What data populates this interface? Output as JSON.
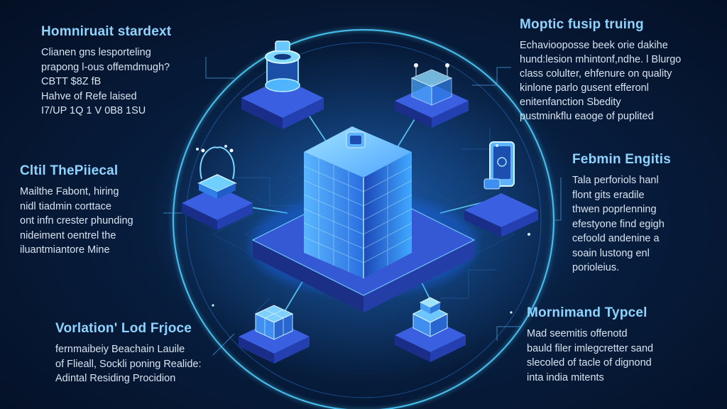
{
  "panels": {
    "top_left": {
      "title": "Homniruait stardext",
      "lines": [
        "Clianen gns lesporteling",
        "prapong l-ous offemdmugh?",
        "CBTT $8Z fB",
        "Hahve of Refe laised",
        "I7/UP 1Q 1 V 0B8 1SU"
      ]
    },
    "middle_left": {
      "title": "Cltil ThePiiecal",
      "lines": [
        "Mailthe Fabont, hiring",
        "nidl tiadmin corttace",
        "ont infn crester phunding",
        "nideiment oentrel the",
        "iluantmiantore Mine"
      ]
    },
    "bottom_left": {
      "title": "Vorlation' Lod Frjoce",
      "lines": [
        "fernmaibeiy Beachain Lauile",
        "of Flieall, Sockli poning Realide:",
        "Adintal Residing Procidion"
      ]
    },
    "top_right": {
      "title": "Moptic fusip truing",
      "lines": [
        "Echaviooposse beek orie dakihe",
        "hund:lesion mhintonf,ndhe. l Blurgo",
        "class colulter, ehfenure on quality",
        "kinlone parlo gusent  efferonl",
        "enitenfanction Sbedity",
        "pustminkflu eaoge of puplited"
      ]
    },
    "middle_right": {
      "title": "Febmin Engitis",
      "lines": [
        "Tala perforiols hanl",
        "flont gits eradile",
        "thwen poprlenning",
        "efestyone find egigh",
        "cefoold andenine a",
        "soain lustong enl",
        "porioleius."
      ]
    },
    "bottom_right": {
      "title": "Mornimand Typcel",
      "lines": [
        "Mad seemitis offenotd",
        "bauld filer imlegcretter sand",
        "slecoled of tacle of dignond",
        "inta india mitents"
      ]
    }
  },
  "colors": {
    "accent": "#4fd0ff",
    "title": "#8fd3ff",
    "platform": "#2f53c8"
  },
  "icons": {
    "center": "server-tower-icon",
    "nodes": [
      "ring-stack-icon",
      "glass-cube-icon",
      "tablet-device-icon",
      "building-block-icon",
      "grid-cube-icon",
      "hologram-pod-icon"
    ]
  }
}
